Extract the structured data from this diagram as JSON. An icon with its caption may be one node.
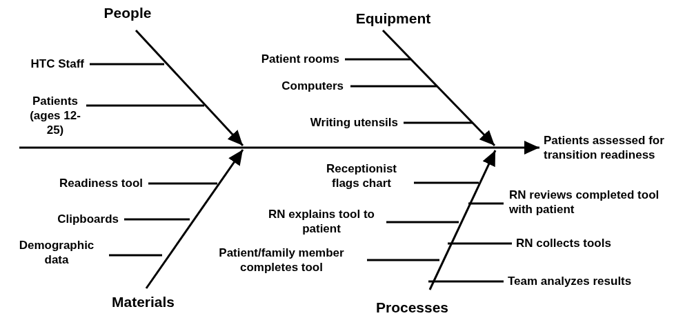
{
  "diagram": {
    "nodes": [
      {
        "text": [
          "People"
        ]
      },
      {
        "text": [
          "HTC Staff"
        ]
      },
      {
        "text": [
          "Patients (ages 12-25)"
        ]
      },
      {
        "text": [
          "Equipment"
        ]
      },
      {
        "text": [
          "Patient rooms"
        ]
      },
      {
        "text": [
          "Computers"
        ]
      },
      {
        "text": [
          "Writing utensils"
        ]
      },
      {
        "text": [
          "Patients assessed for transition readiness"
        ]
      },
      {
        "text": [
          "Receptionist flags chart"
        ]
      },
      {
        "text": [
          "Readiness tool"
        ]
      },
      {
        "text": [
          "RN reviews completed tool with patient"
        ]
      },
      {
        "text": [
          "RN explains tool to patient"
        ]
      },
      {
        "text": [
          "Clipboards"
        ]
      },
      {
        "text": [
          "RN collects tools"
        ]
      },
      {
        "text": [
          "Demographic data"
        ]
      },
      {
        "text": [
          "Patient/family member completes tool"
        ]
      },
      {
        "text": [
          "Team analyzes results"
        ]
      },
      {
        "text": [
          "Materials"
        ]
      },
      {
        "text": [
          "Processes"
        ]
      }
    ],
    "edges": [
      {
        "from": 0,
        "to": null,
        "arrow": "to"
      },
      {
        "from": 1,
        "to": null,
        "arrow": "none"
      },
      {
        "from": 2,
        "to": null,
        "arrow": "none"
      },
      {
        "from": 3,
        "to": null,
        "arrow": "to"
      },
      {
        "from": 4,
        "to": null,
        "arrow": "none"
      },
      {
        "from": 5,
        "to": null,
        "arrow": "none"
      },
      {
        "from": 6,
        "to": null,
        "arrow": "none"
      },
      {
        "from": null,
        "to": 7,
        "arrow": "to"
      },
      {
        "from": 17,
        "to": null,
        "arrow": "to"
      },
      {
        "from": 9,
        "to": null,
        "arrow": "none"
      },
      {
        "from": 12,
        "to": null,
        "arrow": "none"
      },
      {
        "from": 14,
        "to": null,
        "arrow": "none"
      },
      {
        "from": 18,
        "to": null,
        "arrow": "to"
      },
      {
        "from": 8,
        "to": null,
        "arrow": "none"
      },
      {
        "from": 11,
        "to": null,
        "arrow": "none"
      },
      {
        "from": 15,
        "to": null,
        "arrow": "none"
      },
      {
        "from": 10,
        "to": null,
        "arrow": "none"
      },
      {
        "from": 13,
        "to": null,
        "arrow": "none"
      },
      {
        "from": 16,
        "to": null,
        "arrow": "none"
      }
    ]
  }
}
